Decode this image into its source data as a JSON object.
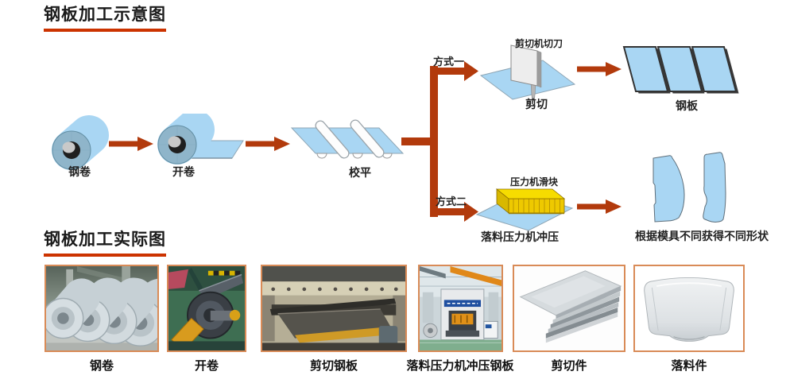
{
  "colors": {
    "arrow_rust": "#b23a0c",
    "title_underline": "#cc3300",
    "sheet_blue": "#a9d6f3",
    "slider_yellow": "#f0d000",
    "photo_border": "#d98b57"
  },
  "schematic": {
    "title": "钢板加工示意图",
    "labels": {
      "coil": "钢卷",
      "uncoil": "开卷",
      "level": "校平",
      "method1": "方式一",
      "method2": "方式二",
      "shear_blade": "剪切机切刀",
      "shear": "剪切",
      "plates": "钢板",
      "press_slider": "压力机滑块",
      "blanking": "落料压力机冲压",
      "shapes_note": "根据模具不同获得不同形状"
    }
  },
  "photos": {
    "title": "钢板加工实际图",
    "items": [
      {
        "label": "钢卷"
      },
      {
        "label": "开卷"
      },
      {
        "label": "剪切钢板"
      },
      {
        "label": "落料压力机冲压钢板"
      },
      {
        "label": "剪切件"
      },
      {
        "label": "落料件"
      }
    ]
  }
}
